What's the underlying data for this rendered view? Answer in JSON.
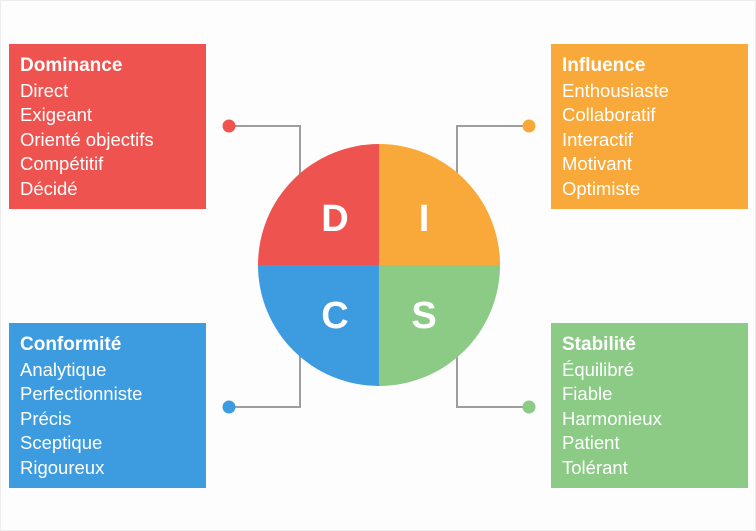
{
  "colors": {
    "dominance": "#ef5350",
    "influence": "#f9a93a",
    "conformity": "#3d9be0",
    "stability": "#8bcb86",
    "connector": "#9e9e9e"
  },
  "quadrants": {
    "dominance": {
      "letter": "D",
      "title": "Dominance",
      "traits": [
        "Direct",
        "Exigeant",
        "Orienté objectifs",
        "Compétitif",
        "Décidé"
      ]
    },
    "influence": {
      "letter": "I",
      "title": "Influence",
      "traits": [
        "Enthousiaste",
        "Collaboratif",
        "Interactif",
        "Motivant",
        "Optimiste"
      ]
    },
    "conformity": {
      "letter": "C",
      "title": "Conformité",
      "traits": [
        "Analytique",
        "Perfectionniste",
        "Précis",
        "Sceptique",
        "Rigoureux"
      ]
    },
    "stability": {
      "letter": "S",
      "title": "Stabilité",
      "traits": [
        "Équilibré",
        "Fiable",
        "Harmonieux",
        "Patient",
        "Tolérant"
      ]
    }
  }
}
